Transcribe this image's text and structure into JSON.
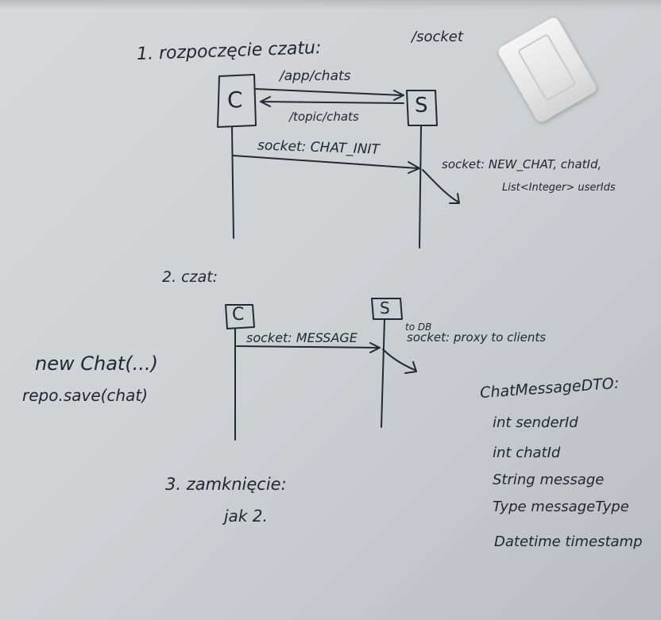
{
  "colors": {
    "board": "#cfd2d5",
    "ink": "#1f2630"
  },
  "section1": {
    "heading": "1. rozpoczęcie czatu:",
    "endpoint": "/socket",
    "client": "C",
    "server": "S",
    "arrow_app": "/app/chats",
    "arrow_topic": "/topic/chats",
    "arrow_init": "socket: CHAT_INIT",
    "reply_line1": "socket: NEW_CHAT, chatId,",
    "reply_line2": "List<Integer> userIds"
  },
  "section2": {
    "heading": "2. czat:",
    "client": "C",
    "server": "S",
    "arrow_message": "socket: MESSAGE",
    "note_db": "to DB",
    "note_proxy": "socket: proxy to clients",
    "side_line1": "new Chat(...)",
    "side_line2": "repo.save(chat)",
    "dto_title": "ChatMessageDTO:",
    "dto_fields": [
      "int senderId",
      "int chatId",
      "String message",
      "Type messageType",
      "Datetime timestamp"
    ]
  },
  "section3": {
    "heading": "3. zamknięcie:",
    "note": "jak 2."
  }
}
